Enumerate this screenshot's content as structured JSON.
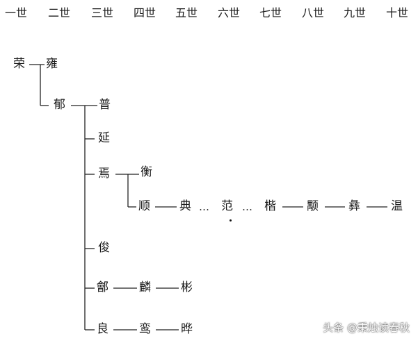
{
  "generations": [
    "一世",
    "二世",
    "三世",
    "四世",
    "五世",
    "六世",
    "七世",
    "八世",
    "九世",
    "十世"
  ],
  "nodes": {
    "rong": "荣",
    "yong": "雍",
    "yu": "郁",
    "pu": "普",
    "yan": "延",
    "yan2": "焉",
    "heng": "衡",
    "shun": "顺",
    "dian": "典",
    "fan": "范",
    "kai": "楷",
    "xian": "颙",
    "yi": "彝",
    "wen": "温",
    "jun": "俊",
    "kuai": "鄶",
    "lin": "麟",
    "bin": "彬",
    "liang": "良",
    "luan": "鸾",
    "ye": "晔"
  },
  "ellipsis": "…",
  "watermark": "头条 @秉烛读春秋",
  "colors": {
    "ink": "#1a1a1a",
    "background": "#ffffff"
  }
}
